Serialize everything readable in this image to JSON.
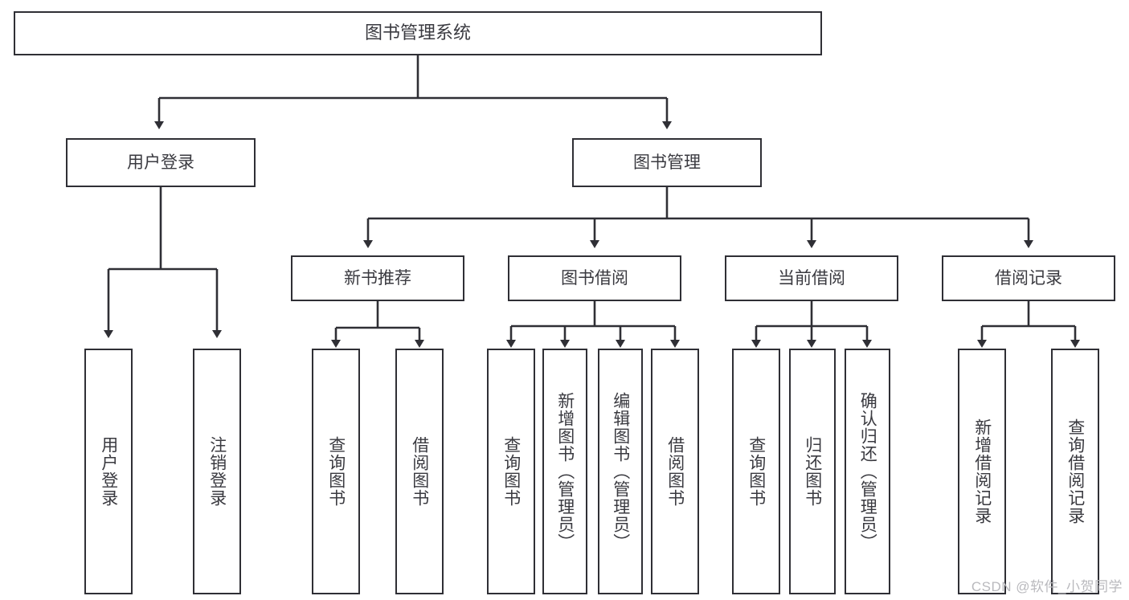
{
  "diagram": {
    "title": "图书管理系统",
    "type": "tree",
    "stroke_color": "#2f2f35",
    "text_color": "#3a3a40",
    "background": "#ffffff"
  },
  "root": {
    "label": "图书管理系统"
  },
  "level2": [
    {
      "label": "用户登录"
    },
    {
      "label": "图书管理"
    }
  ],
  "level3": [
    {
      "label": "新书推荐"
    },
    {
      "label": "图书借阅"
    },
    {
      "label": "当前借阅"
    },
    {
      "label": "借阅记录"
    }
  ],
  "leaves": {
    "user_login": [
      {
        "label": "用户登录"
      },
      {
        "label": "注销登录"
      }
    ],
    "new_book": [
      {
        "label": "查询图书"
      },
      {
        "label": "借阅图书"
      }
    ],
    "borrow": [
      {
        "label": "查询图书"
      },
      {
        "label": "新增图书（管理员）"
      },
      {
        "label": "编辑图书（管理员）"
      },
      {
        "label": "借阅图书"
      }
    ],
    "current": [
      {
        "label": "查询图书"
      },
      {
        "label": "归还图书"
      },
      {
        "label": "确认归还（管理员）"
      }
    ],
    "records": [
      {
        "label": "新增借阅记录"
      },
      {
        "label": "查询借阅记录"
      }
    ]
  },
  "watermark": {
    "text": "CSDN @软件_小贺同学"
  }
}
